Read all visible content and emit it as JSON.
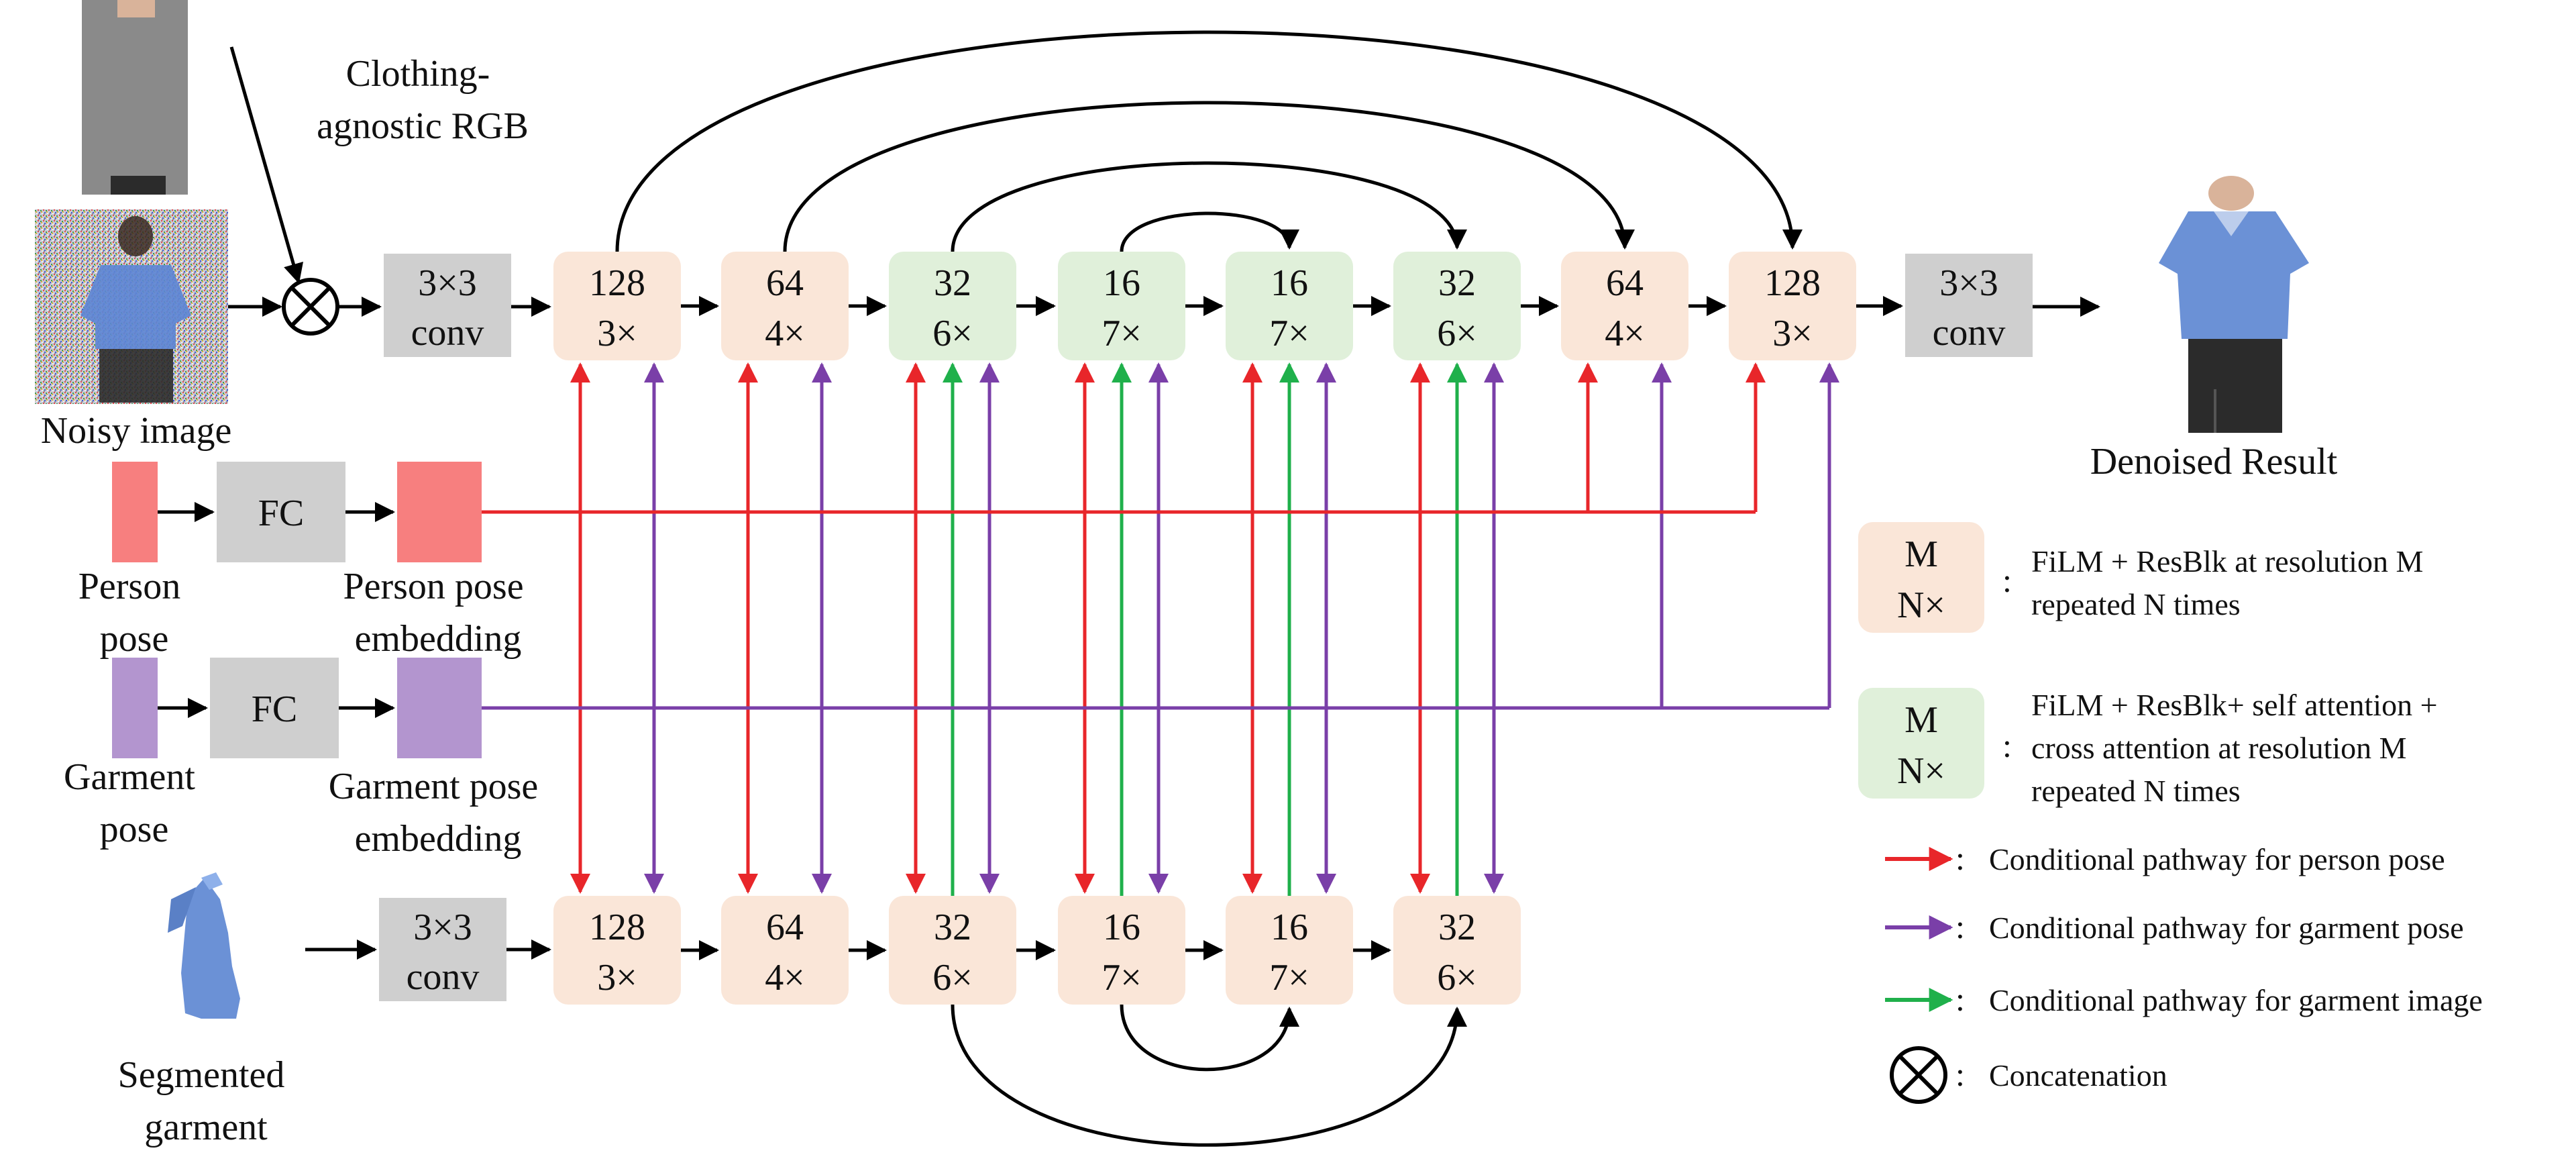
{
  "colors": {
    "block_film": "#fae6d8",
    "block_attn": "#e0f0da",
    "conv": "#cfcfcf",
    "fc": "#cfcfcf",
    "person_pose_emb": "#f77f7f",
    "garment_pose_emb": "#b395cf",
    "person_pathway": "#e8262a",
    "garment_pose_pathway": "#7a3fa8",
    "garment_image_pathway": "#1fb04b",
    "arrow": "#000000",
    "skin": "#d9b39a",
    "shirt": "#6b91d6",
    "pants": "#2b2b2b"
  },
  "icons": {
    "concat": "circled-times-icon",
    "noisy_image": "noisy-person-image-icon",
    "agnostic_rgb": "clothing-agnostic-person-icon",
    "denoised": "denoised-person-image-icon",
    "garment": "segmented-garment-shirt-icon"
  },
  "inputs": {
    "clothing_agnostic": [
      "Clothing-",
      "agnostic RGB"
    ],
    "noisy_image": "Noisy image",
    "person_pose": [
      "Person",
      "pose"
    ],
    "person_pose_embedding": [
      "Person pose",
      "embedding"
    ],
    "garment_pose": [
      "Garment",
      "pose"
    ],
    "garment_pose_embedding": [
      "Garment pose",
      "embedding"
    ],
    "segmented_garment": [
      "Segmented",
      "garment"
    ],
    "fc_label": "FC"
  },
  "output": {
    "label": "Denoised Result"
  },
  "conv": {
    "line1": "3×3",
    "line2": "conv"
  },
  "top_unet": [
    {
      "m": "128",
      "n": "3×",
      "type": "film"
    },
    {
      "m": "64",
      "n": "4×",
      "type": "film"
    },
    {
      "m": "32",
      "n": "6×",
      "type": "attn"
    },
    {
      "m": "16",
      "n": "7×",
      "type": "attn"
    },
    {
      "m": "16",
      "n": "7×",
      "type": "attn"
    },
    {
      "m": "32",
      "n": "6×",
      "type": "attn"
    },
    {
      "m": "64",
      "n": "4×",
      "type": "film"
    },
    {
      "m": "128",
      "n": "3×",
      "type": "film"
    }
  ],
  "bottom_unet": [
    {
      "m": "128",
      "n": "3×"
    },
    {
      "m": "64",
      "n": "4×"
    },
    {
      "m": "32",
      "n": "6×"
    },
    {
      "m": "16",
      "n": "7×"
    },
    {
      "m": "16",
      "n": "7×"
    },
    {
      "m": "32",
      "n": "6×"
    }
  ],
  "legend": {
    "block_m": "M",
    "block_n": "N×",
    "colon": ":",
    "film": [
      "FiLM + ResBlk at resolution M",
      "repeated N times"
    ],
    "attn": [
      "FiLM + ResBlk+ self attention +",
      "cross attention at resolution M",
      "repeated N times"
    ],
    "person_pathway": "Conditional pathway for person pose",
    "garment_pose_pathway": "Conditional pathway for garment pose",
    "garment_image_pathway": "Conditional pathway for garment image",
    "concatenation": "Concatenation"
  }
}
